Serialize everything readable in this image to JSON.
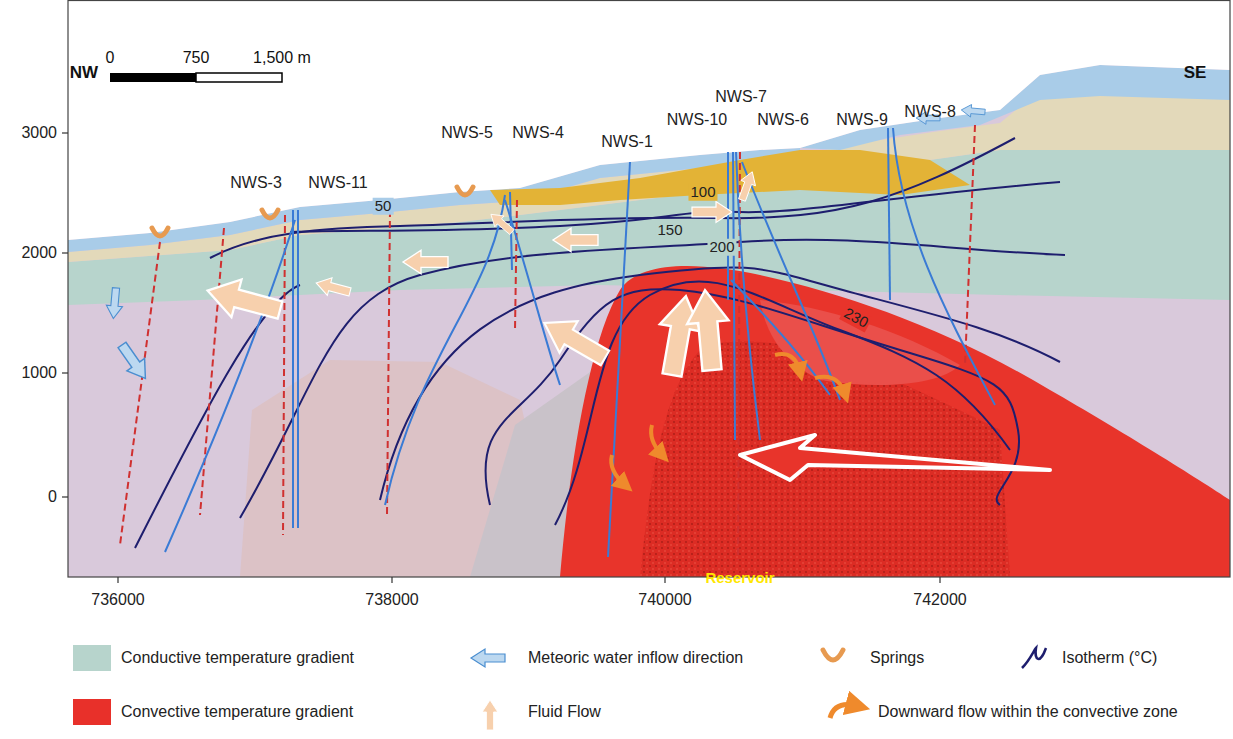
{
  "diagram": {
    "labels": [
      "NW",
      "SE",
      "0",
      "750",
      "1,500 m",
      "3000",
      "2000",
      "1000",
      "0",
      "NWS-7",
      "NWS-3",
      "NWS-11",
      "NWS-5",
      "NWS-4",
      "NWS-1",
      "NWS-10",
      "NWS-6",
      "NWS-9",
      "NWS-8",
      "50",
      "100",
      "150",
      "200",
      "230",
      "Reservoir",
      "736000",
      "738000",
      "740000",
      "742000"
    ],
    "legend": [
      {
        "text": "Conductive temperature gradient",
        "color": "#b7d4cc"
      },
      {
        "text": "Meteoric water inflow direction"
      },
      {
        "text": "Springs"
      },
      {
        "text": "Isotherm (°C)"
      },
      {
        "text": "Convective temperature gradient",
        "color": "#e8302a"
      },
      {
        "text": "Fluid Flow"
      },
      {
        "text": "Downward flow within the convective zone"
      }
    ]
  }
}
